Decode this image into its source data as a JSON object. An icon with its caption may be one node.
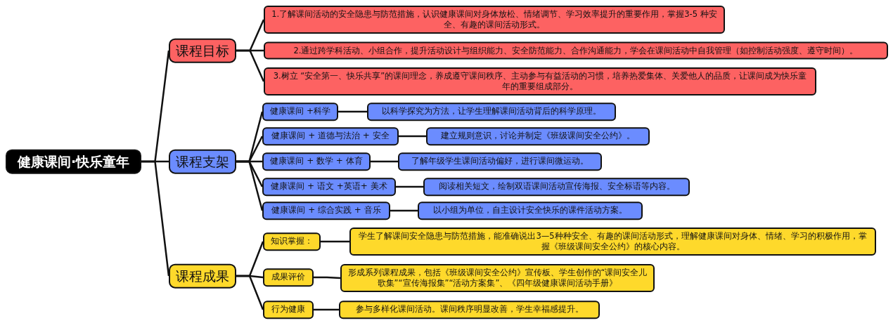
{
  "diagram": {
    "nodes": [
      {
        "text": [
          "健康课间·快乐童年"
        ]
      },
      {
        "text": [
          "课程目标"
        ]
      },
      {
        "text": [
          "1.了解课间活动的安全隐患与防范措施，认识健康课间对身体放松、情绪调节、学习效率提升的重要作用，掌握3-5 种安全、有趣的课间活动形式。"
        ]
      },
      {
        "text": [
          "2.通过跨学科活动、小组合作，提升活动设计与组织能力、安全防范能力、合作沟通能力，学会在课间活动中自我管理（如控制活动强度、遵守时间）。"
        ]
      },
      {
        "text": [
          "3.树立 “安全第一、快乐共享”的课间理念，养成遵守课间秩序、主动参与有益活动的习惯，培养热爱集体、关爱他人的品质，让课间成为快乐童年的重要组成部分。"
        ]
      },
      {
        "text": [
          "课程支架"
        ]
      },
      {
        "text": [
          "健康课间 +科学"
        ]
      },
      {
        "text": [
          "以科学探究为方法，让学生理解课间活动背后的科学原理。"
        ]
      },
      {
        "text": [
          "健康课间 + 道德与法治 + 安全"
        ]
      },
      {
        "text": [
          "建立规则意识，讨论并制定《班级课间安全公约》。"
        ]
      },
      {
        "text": [
          "健康课间 + 数学 + 体育"
        ]
      },
      {
        "text": [
          "了解年级学生课间活动偏好，进行课间微运动。"
        ]
      },
      {
        "text": [
          "健康课间 + 语文 +英语+ 美术"
        ]
      },
      {
        "text": [
          "阅读相关短文，绘制双语课间活动宣传海报、安全标语等内容。"
        ]
      },
      {
        "text": [
          "健康课间 + 综合实践 + 音乐"
        ]
      },
      {
        "text": [
          "以小组为单位，自主设计安全快乐的课件活动方案。"
        ]
      },
      {
        "text": [
          "课程成果"
        ]
      },
      {
        "text": [
          "知识掌握："
        ]
      },
      {
        "text": [
          "学生了解课间安全隐患与防范措施，能准确说出3—5种种安全、有趣的课间活动形式，理解健康课间对身体、情绪、学习的积极作用，掌握《班级课间安全公约》的核心内容。"
        ]
      },
      {
        "text": [
          "成果评价"
        ]
      },
      {
        "text": [
          "形成系列课程成果，包括《班级课间安全公约》宣传板、学生创作的“课间安全儿歌集”“宣传海报集”“活动方案集”、《四年级健康课间活动手册》"
        ]
      },
      {
        "text": [
          "行为健康"
        ]
      },
      {
        "text": [
          "参与多样化课间活动。课间秩序明显改善，学生幸福感提升。"
        ]
      }
    ],
    "edges": [
      {
        "from": 0,
        "to": 1,
        "arrow": "none"
      },
      {
        "from": 0,
        "to": 5,
        "arrow": "none"
      },
      {
        "from": 0,
        "to": 16,
        "arrow": "none"
      },
      {
        "from": 1,
        "to": 2,
        "arrow": "none"
      },
      {
        "from": 1,
        "to": 3,
        "arrow": "none"
      },
      {
        "from": 1,
        "to": 4,
        "arrow": "none"
      },
      {
        "from": 5,
        "to": 6,
        "arrow": "none"
      },
      {
        "from": 5,
        "to": 8,
        "arrow": "none"
      },
      {
        "from": 5,
        "to": 10,
        "arrow": "none"
      },
      {
        "from": 5,
        "to": 12,
        "arrow": "none"
      },
      {
        "from": 5,
        "to": 14,
        "arrow": "none"
      },
      {
        "from": 6,
        "to": 7,
        "arrow": "none"
      },
      {
        "from": 8,
        "to": 9,
        "arrow": "none"
      },
      {
        "from": 10,
        "to": 11,
        "arrow": "none"
      },
      {
        "from": 12,
        "to": 13,
        "arrow": "none"
      },
      {
        "from": 14,
        "to": 15,
        "arrow": "none"
      },
      {
        "from": 16,
        "to": 17,
        "arrow": "none"
      },
      {
        "from": 16,
        "to": 19,
        "arrow": "none"
      },
      {
        "from": 16,
        "to": 21,
        "arrow": "none"
      },
      {
        "from": 17,
        "to": 18,
        "arrow": "none"
      },
      {
        "from": 19,
        "to": 20,
        "arrow": "none"
      },
      {
        "from": 21,
        "to": 22,
        "arrow": "none"
      }
    ]
  }
}
